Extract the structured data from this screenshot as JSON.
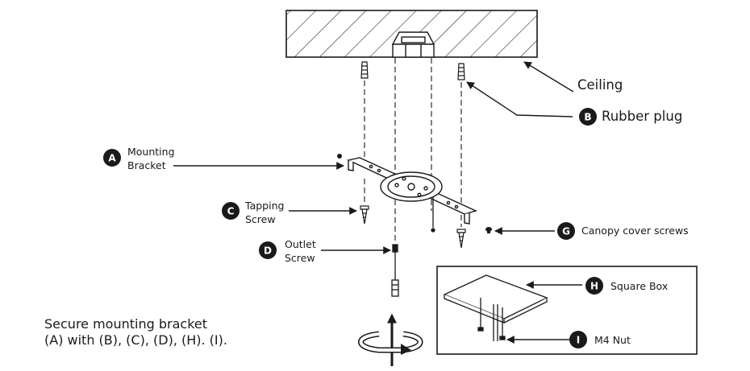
{
  "labels": {
    "ceiling": "Ceiling",
    "rubber_plug": "Rubber plug",
    "mounting_bracket": [
      "Mounting",
      "Bracket"
    ],
    "tapping_screw": [
      "Tapping",
      "Screw"
    ],
    "outlet_screw": [
      "Outlet",
      "Screw"
    ],
    "canopy_cover_screws": "Canopy cover screws",
    "square_box": "Square Box",
    "m4_nut": "M4 Nut"
  },
  "badges": {
    "a": "A",
    "b": "B",
    "c": "C",
    "d": "D",
    "g": "G",
    "h": "H",
    "i": "I"
  },
  "instruction": {
    "line1": "Secure mounting bracket",
    "line2": "(A) with (B), (C), (D), (H). (I)."
  },
  "colors": {
    "ink": "#1a1a1a",
    "badge_fill": "#1a1a1a",
    "background": "#ffffff"
  }
}
